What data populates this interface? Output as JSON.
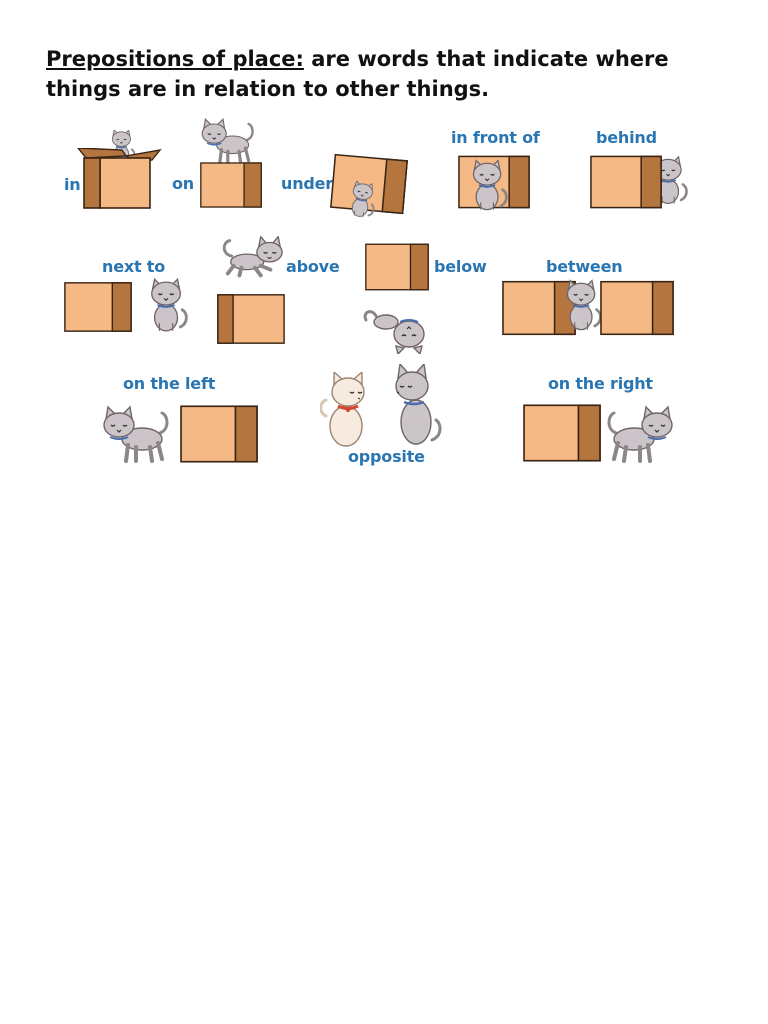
{
  "heading": {
    "term": "Prepositions of place:",
    "definition": " are words that indicate where things are in relation to other things."
  },
  "labels": {
    "in": "in",
    "on": "on",
    "under": "under",
    "in_front_of": "in front of",
    "behind": "behind",
    "next_to": "next to",
    "above": "above",
    "below": "below",
    "between": "between",
    "on_the_left": "on the left",
    "opposite": "opposite",
    "on_the_right": "on the right"
  },
  "colors": {
    "label": "#2a76b3",
    "box_front": "#f5b985",
    "box_side": "#b5753f",
    "box_outline": "#3a2414",
    "cat_grey": "#cbc4c8",
    "cat_cream": "#f6ebde"
  },
  "icons": [
    "cat-icon",
    "box-icon",
    "open-box-icon"
  ]
}
